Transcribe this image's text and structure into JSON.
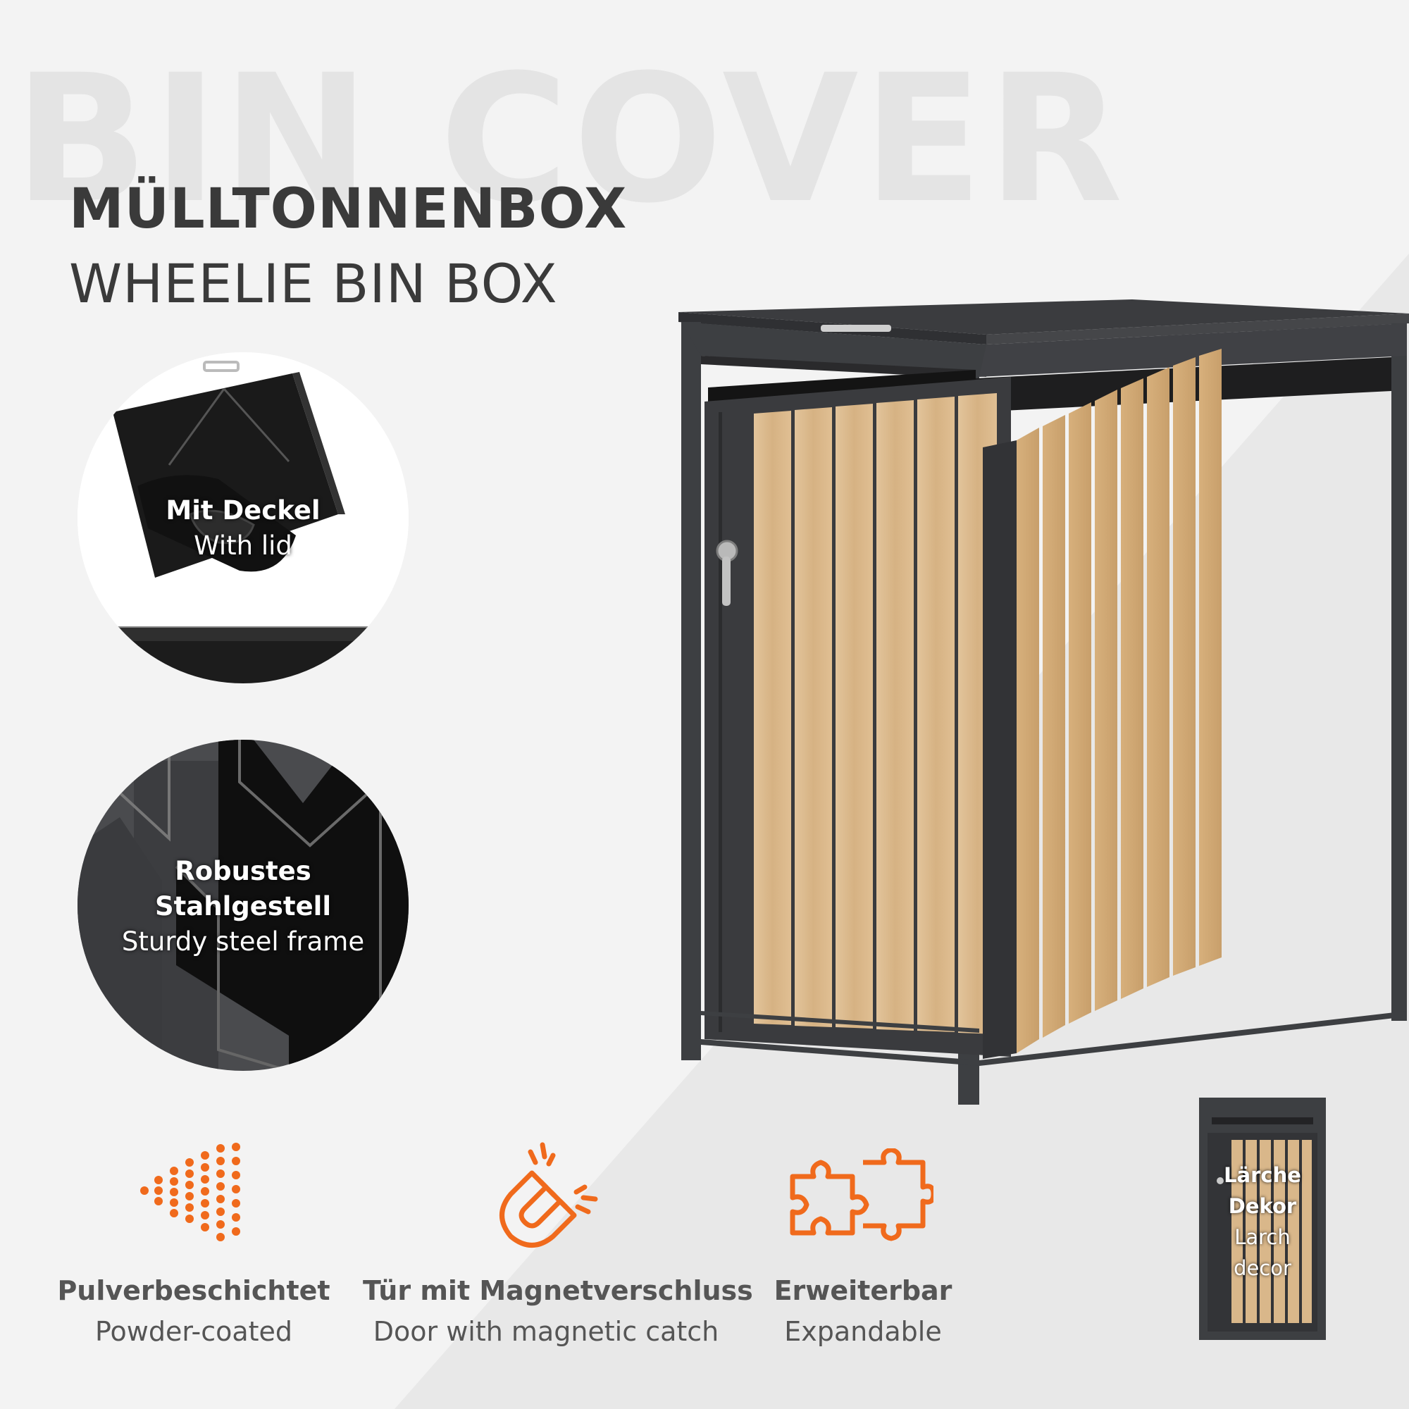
{
  "watermark": "BIN COVER",
  "header": {
    "title": "MÜLLTONNENBOX",
    "subtitle": "WHEELIE BIN BOX"
  },
  "callouts": [
    {
      "de": "Mit Deckel",
      "en": "With lid"
    },
    {
      "de_line1": "Robustes",
      "de_line2": "Stahlgestell",
      "en": "Sturdy steel frame"
    }
  ],
  "features": [
    {
      "de": "Pulverbeschichtet",
      "en": "Powder-coated",
      "icon": "spray-dots-icon"
    },
    {
      "de": "Tür mit Magnetverschluss",
      "en": "Door with magnetic catch",
      "icon": "magnet-icon"
    },
    {
      "de": "Erweiterbar",
      "en": "Expandable",
      "icon": "puzzle-icon"
    }
  ],
  "decor": {
    "de_line1": "Lärche",
    "de_line2": "Dekor",
    "en_line1": "Larch",
    "en_line2": "decor"
  },
  "colors": {
    "accent": "#f06a1c",
    "frame": "#3d3f42",
    "wood": "#d9b78a",
    "text": "#3a3a3a"
  }
}
